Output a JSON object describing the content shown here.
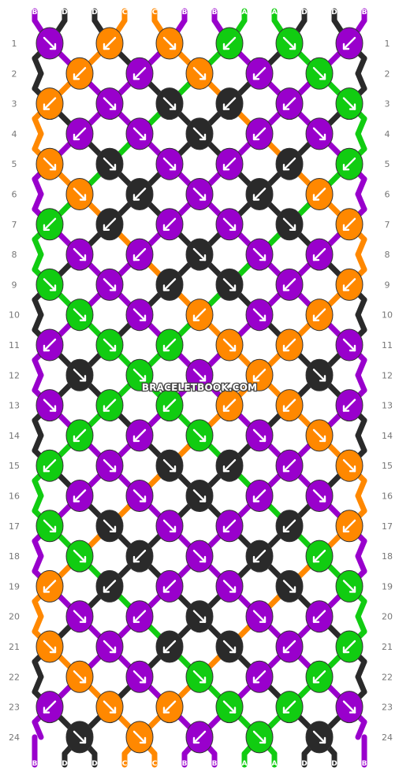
{
  "colors": {
    "B": "#9900cc",
    "C": "#ff8800",
    "D": "#2a2a2a",
    "A": "#11cc11",
    "rownum": "#777777",
    "arrow": "#ffffff"
  },
  "watermark": "BRACELETBOOK.COM",
  "strands": {
    "top": [
      "B",
      "D",
      "D",
      "C",
      "C",
      "B",
      "B",
      "A",
      "A",
      "D",
      "D",
      "B"
    ],
    "bottom": [
      "B",
      "D",
      "D",
      "C",
      "C",
      "B",
      "B",
      "A",
      "A",
      "D",
      "D",
      "B"
    ]
  },
  "rows": [
    {
      "num": "1",
      "knots": [
        {
          "c": "B",
          "d": "se"
        },
        {
          "c": "C",
          "d": "sw"
        },
        {
          "c": "C",
          "d": "se"
        },
        {
          "c": "A",
          "d": "sw"
        },
        {
          "c": "A",
          "d": "se"
        },
        {
          "c": "B",
          "d": "sw"
        }
      ]
    },
    {
      "num": "2",
      "knots": [
        {
          "c": "C",
          "d": "sw"
        },
        {
          "c": "B",
          "d": "sw"
        },
        {
          "c": "C",
          "d": "se"
        },
        {
          "c": "B",
          "d": "sw"
        },
        {
          "c": "A",
          "d": "se"
        }
      ]
    },
    {
      "num": "3",
      "knots": [
        {
          "c": "C",
          "d": "sw"
        },
        {
          "c": "B",
          "d": "se"
        },
        {
          "c": "D",
          "d": "se"
        },
        {
          "c": "D",
          "d": "sw"
        },
        {
          "c": "B",
          "d": "sw"
        },
        {
          "c": "A",
          "d": "se"
        }
      ]
    },
    {
      "num": "4",
      "knots": [
        {
          "c": "B",
          "d": "sw"
        },
        {
          "c": "B",
          "d": "se"
        },
        {
          "c": "D",
          "d": "se"
        },
        {
          "c": "B",
          "d": "sw"
        },
        {
          "c": "B",
          "d": "se"
        }
      ]
    },
    {
      "num": "5",
      "knots": [
        {
          "c": "C",
          "d": "se"
        },
        {
          "c": "D",
          "d": "se"
        },
        {
          "c": "B",
          "d": "se"
        },
        {
          "c": "B",
          "d": "sw"
        },
        {
          "c": "D",
          "d": "sw"
        },
        {
          "c": "A",
          "d": "sw"
        }
      ]
    },
    {
      "num": "6",
      "knots": [
        {
          "c": "C",
          "d": "se"
        },
        {
          "c": "D",
          "d": "sw"
        },
        {
          "c": "B",
          "d": "se"
        },
        {
          "c": "D",
          "d": "sw"
        },
        {
          "c": "C",
          "d": "sw"
        }
      ]
    },
    {
      "num": "7",
      "knots": [
        {
          "c": "A",
          "d": "sw"
        },
        {
          "c": "D",
          "d": "sw"
        },
        {
          "c": "B",
          "d": "sw"
        },
        {
          "c": "B",
          "d": "se"
        },
        {
          "c": "D",
          "d": "se"
        },
        {
          "c": "C",
          "d": "sw"
        }
      ]
    },
    {
      "num": "8",
      "knots": [
        {
          "c": "B",
          "d": "se"
        },
        {
          "c": "B",
          "d": "sw"
        },
        {
          "c": "D",
          "d": "se"
        },
        {
          "c": "B",
          "d": "se"
        },
        {
          "c": "B",
          "d": "sw"
        }
      ]
    },
    {
      "num": "9",
      "knots": [
        {
          "c": "A",
          "d": "se"
        },
        {
          "c": "B",
          "d": "se"
        },
        {
          "c": "D",
          "d": "sw"
        },
        {
          "c": "D",
          "d": "se"
        },
        {
          "c": "B",
          "d": "sw"
        },
        {
          "c": "C",
          "d": "sw"
        }
      ]
    },
    {
      "num": "10",
      "knots": [
        {
          "c": "A",
          "d": "se"
        },
        {
          "c": "B",
          "d": "se"
        },
        {
          "c": "C",
          "d": "sw"
        },
        {
          "c": "B",
          "d": "se"
        },
        {
          "c": "C",
          "d": "sw"
        }
      ]
    },
    {
      "num": "11",
      "knots": [
        {
          "c": "B",
          "d": "sw"
        },
        {
          "c": "A",
          "d": "se"
        },
        {
          "c": "A",
          "d": "sw"
        },
        {
          "c": "C",
          "d": "se"
        },
        {
          "c": "C",
          "d": "sw"
        },
        {
          "c": "B",
          "d": "se"
        }
      ]
    },
    {
      "num": "12",
      "knots": [
        {
          "c": "D",
          "d": "se"
        },
        {
          "c": "A",
          "d": "se"
        },
        {
          "c": "B",
          "d": "se"
        },
        {
          "c": "C",
          "d": "sw"
        },
        {
          "c": "D",
          "d": "se"
        }
      ]
    },
    {
      "num": "13",
      "knots": [
        {
          "c": "B",
          "d": "se"
        },
        {
          "c": "A",
          "d": "sw"
        },
        {
          "c": "A",
          "d": "sw"
        },
        {
          "c": "C",
          "d": "sw"
        },
        {
          "c": "C",
          "d": "sw"
        },
        {
          "c": "B",
          "d": "sw"
        }
      ]
    },
    {
      "num": "14",
      "knots": [
        {
          "c": "A",
          "d": "sw"
        },
        {
          "c": "B",
          "d": "sw"
        },
        {
          "c": "A",
          "d": "se"
        },
        {
          "c": "B",
          "d": "se"
        },
        {
          "c": "C",
          "d": "se"
        }
      ]
    },
    {
      "num": "15",
      "knots": [
        {
          "c": "A",
          "d": "sw"
        },
        {
          "c": "B",
          "d": "se"
        },
        {
          "c": "D",
          "d": "se"
        },
        {
          "c": "D",
          "d": "sw"
        },
        {
          "c": "B",
          "d": "sw"
        },
        {
          "c": "C",
          "d": "se"
        }
      ]
    },
    {
      "num": "16",
      "knots": [
        {
          "c": "B",
          "d": "sw"
        },
        {
          "c": "B",
          "d": "se"
        },
        {
          "c": "D",
          "d": "se"
        },
        {
          "c": "B",
          "d": "sw"
        },
        {
          "c": "B",
          "d": "se"
        }
      ]
    },
    {
      "num": "17",
      "knots": [
        {
          "c": "A",
          "d": "se"
        },
        {
          "c": "D",
          "d": "se"
        },
        {
          "c": "B",
          "d": "se"
        },
        {
          "c": "B",
          "d": "sw"
        },
        {
          "c": "D",
          "d": "sw"
        },
        {
          "c": "C",
          "d": "sw"
        }
      ]
    },
    {
      "num": "18",
      "knots": [
        {
          "c": "A",
          "d": "se"
        },
        {
          "c": "D",
          "d": "sw"
        },
        {
          "c": "B",
          "d": "se"
        },
        {
          "c": "D",
          "d": "sw"
        },
        {
          "c": "A",
          "d": "sw"
        }
      ]
    },
    {
      "num": "19",
      "knots": [
        {
          "c": "C",
          "d": "sw"
        },
        {
          "c": "D",
          "d": "sw"
        },
        {
          "c": "B",
          "d": "sw"
        },
        {
          "c": "B",
          "d": "se"
        },
        {
          "c": "D",
          "d": "se"
        },
        {
          "c": "A",
          "d": "se"
        }
      ]
    },
    {
      "num": "20",
      "knots": [
        {
          "c": "B",
          "d": "se"
        },
        {
          "c": "B",
          "d": "sw"
        },
        {
          "c": "D",
          "d": "se"
        },
        {
          "c": "B",
          "d": "se"
        },
        {
          "c": "B",
          "d": "sw"
        }
      ]
    },
    {
      "num": "21",
      "knots": [
        {
          "c": "C",
          "d": "se"
        },
        {
          "c": "B",
          "d": "se"
        },
        {
          "c": "D",
          "d": "sw"
        },
        {
          "c": "D",
          "d": "se"
        },
        {
          "c": "B",
          "d": "sw"
        },
        {
          "c": "A",
          "d": "sw"
        }
      ]
    },
    {
      "num": "22",
      "knots": [
        {
          "c": "C",
          "d": "se"
        },
        {
          "c": "B",
          "d": "se"
        },
        {
          "c": "A",
          "d": "se"
        },
        {
          "c": "B",
          "d": "sw"
        },
        {
          "c": "A",
          "d": "sw"
        }
      ]
    },
    {
      "num": "23",
      "knots": [
        {
          "c": "B",
          "d": "sw"
        },
        {
          "c": "C",
          "d": "se"
        },
        {
          "c": "C",
          "d": "sw"
        },
        {
          "c": "A",
          "d": "se"
        },
        {
          "c": "A",
          "d": "sw"
        },
        {
          "c": "B",
          "d": "se"
        }
      ]
    },
    {
      "num": "24",
      "knots": [
        {
          "c": "D",
          "d": "se"
        },
        {
          "c": "C",
          "d": "se"
        },
        {
          "c": "B",
          "d": "sw"
        },
        {
          "c": "A",
          "d": "se"
        },
        {
          "c": "D",
          "d": "se"
        }
      ]
    }
  ]
}
